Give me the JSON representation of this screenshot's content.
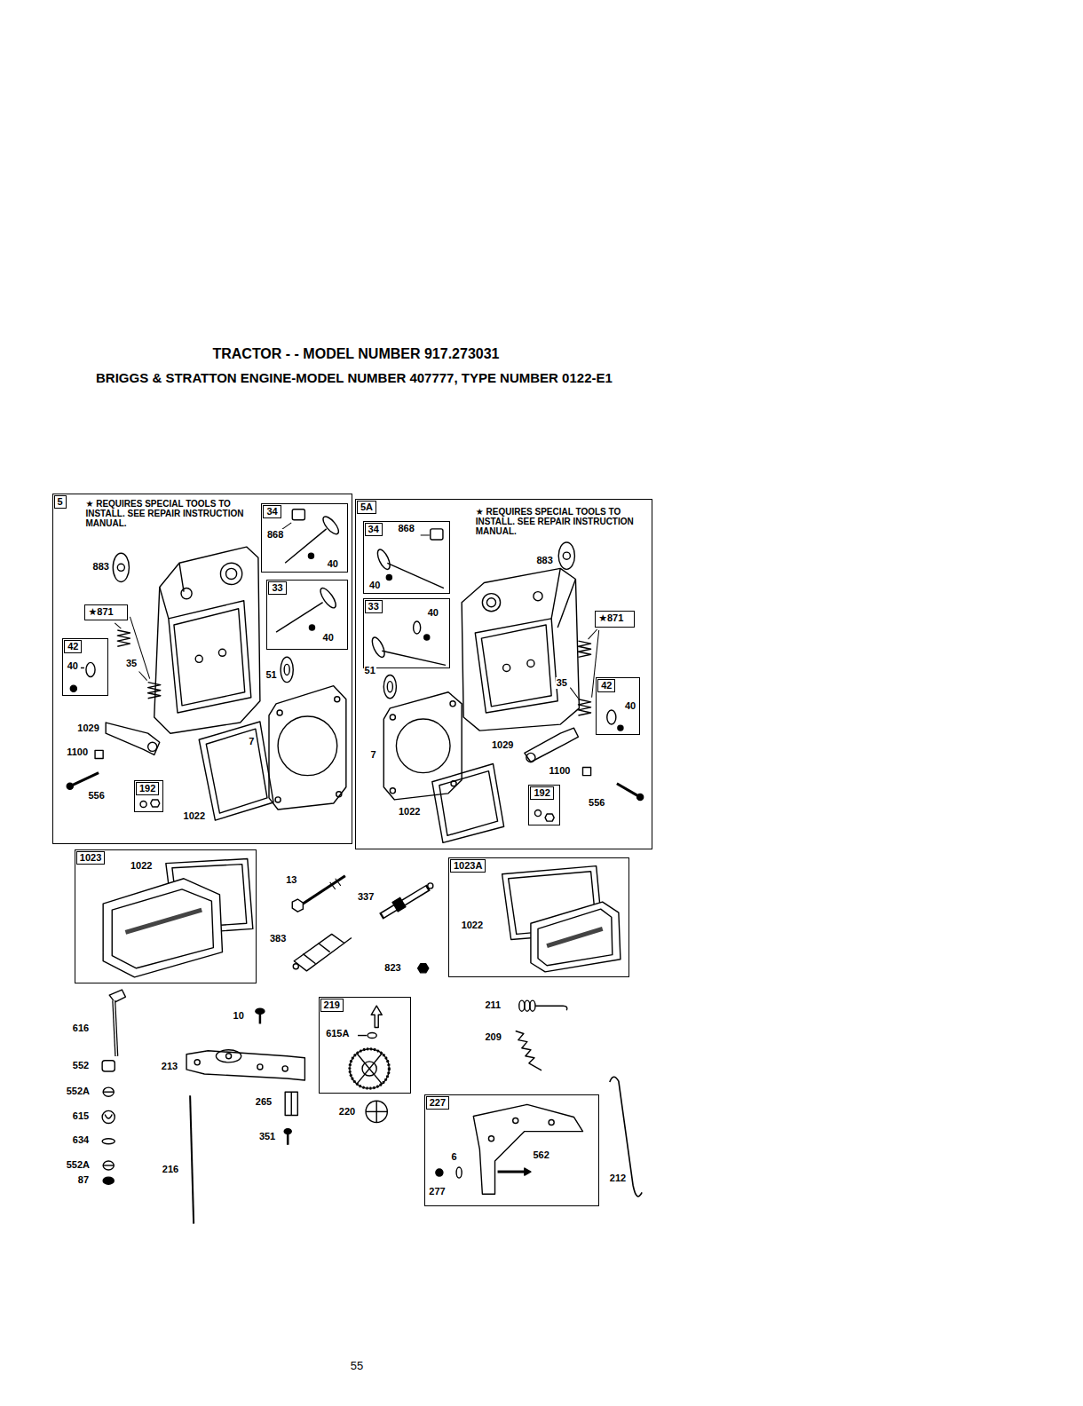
{
  "diagram": {
    "title": "TRACTOR - - MODEL NUMBER 917.273031",
    "nodes": [
      {
        "text": [
          "5",
          "★ REQUIRES SPECIAL TOOLS TO INSTALL. SEE REPAIR INSTRUCTION MANUAL.",
          "883",
          "35",
          "51",
          "1029",
          "1100",
          "556",
          "1022",
          "7"
        ]
      },
      {
        "text": [
          "34",
          "868",
          "40"
        ],
        "in": 0
      },
      {
        "text": [
          "33",
          "40"
        ],
        "in": 0
      },
      {
        "text": [
          "★871"
        ],
        "in": 0
      },
      {
        "text": [
          "42",
          "40"
        ],
        "in": 0
      },
      {
        "text": [
          "192"
        ],
        "in": 0
      },
      {
        "text": [
          "5A",
          "★ REQUIRES SPECIAL TOOLS TO INSTALL. SEE REPAIR INSTRUCTION MANUAL.",
          "883",
          "35",
          "51",
          "7",
          "1029",
          "1100",
          "556",
          "1022"
        ]
      },
      {
        "text": [
          "34",
          "868",
          "40"
        ],
        "in": 6
      },
      {
        "text": [
          "33",
          "40"
        ],
        "in": 6
      },
      {
        "text": [
          "★871"
        ],
        "in": 6
      },
      {
        "text": [
          "42",
          "40"
        ],
        "in": 6
      },
      {
        "text": [
          "192"
        ],
        "in": 6
      },
      {
        "text": [
          "1023",
          "1022"
        ]
      },
      {
        "text": [
          "1023A",
          "1022"
        ]
      },
      {
        "text": [
          "219",
          "615A"
        ]
      },
      {
        "text": [
          "227",
          "6",
          "562",
          "277"
        ]
      }
    ],
    "labels": [
      "BRIGGS & STRATTON ENGINE-MODEL NUMBER 407777, TYPE NUMBER 0122-E1",
      "13",
      "337",
      "383",
      "823",
      "616",
      "552",
      "552A",
      "615",
      "634",
      "552A",
      "87",
      "10",
      "213",
      "216",
      "265",
      "351",
      "220",
      "211",
      "209",
      "212",
      "55"
    ]
  }
}
